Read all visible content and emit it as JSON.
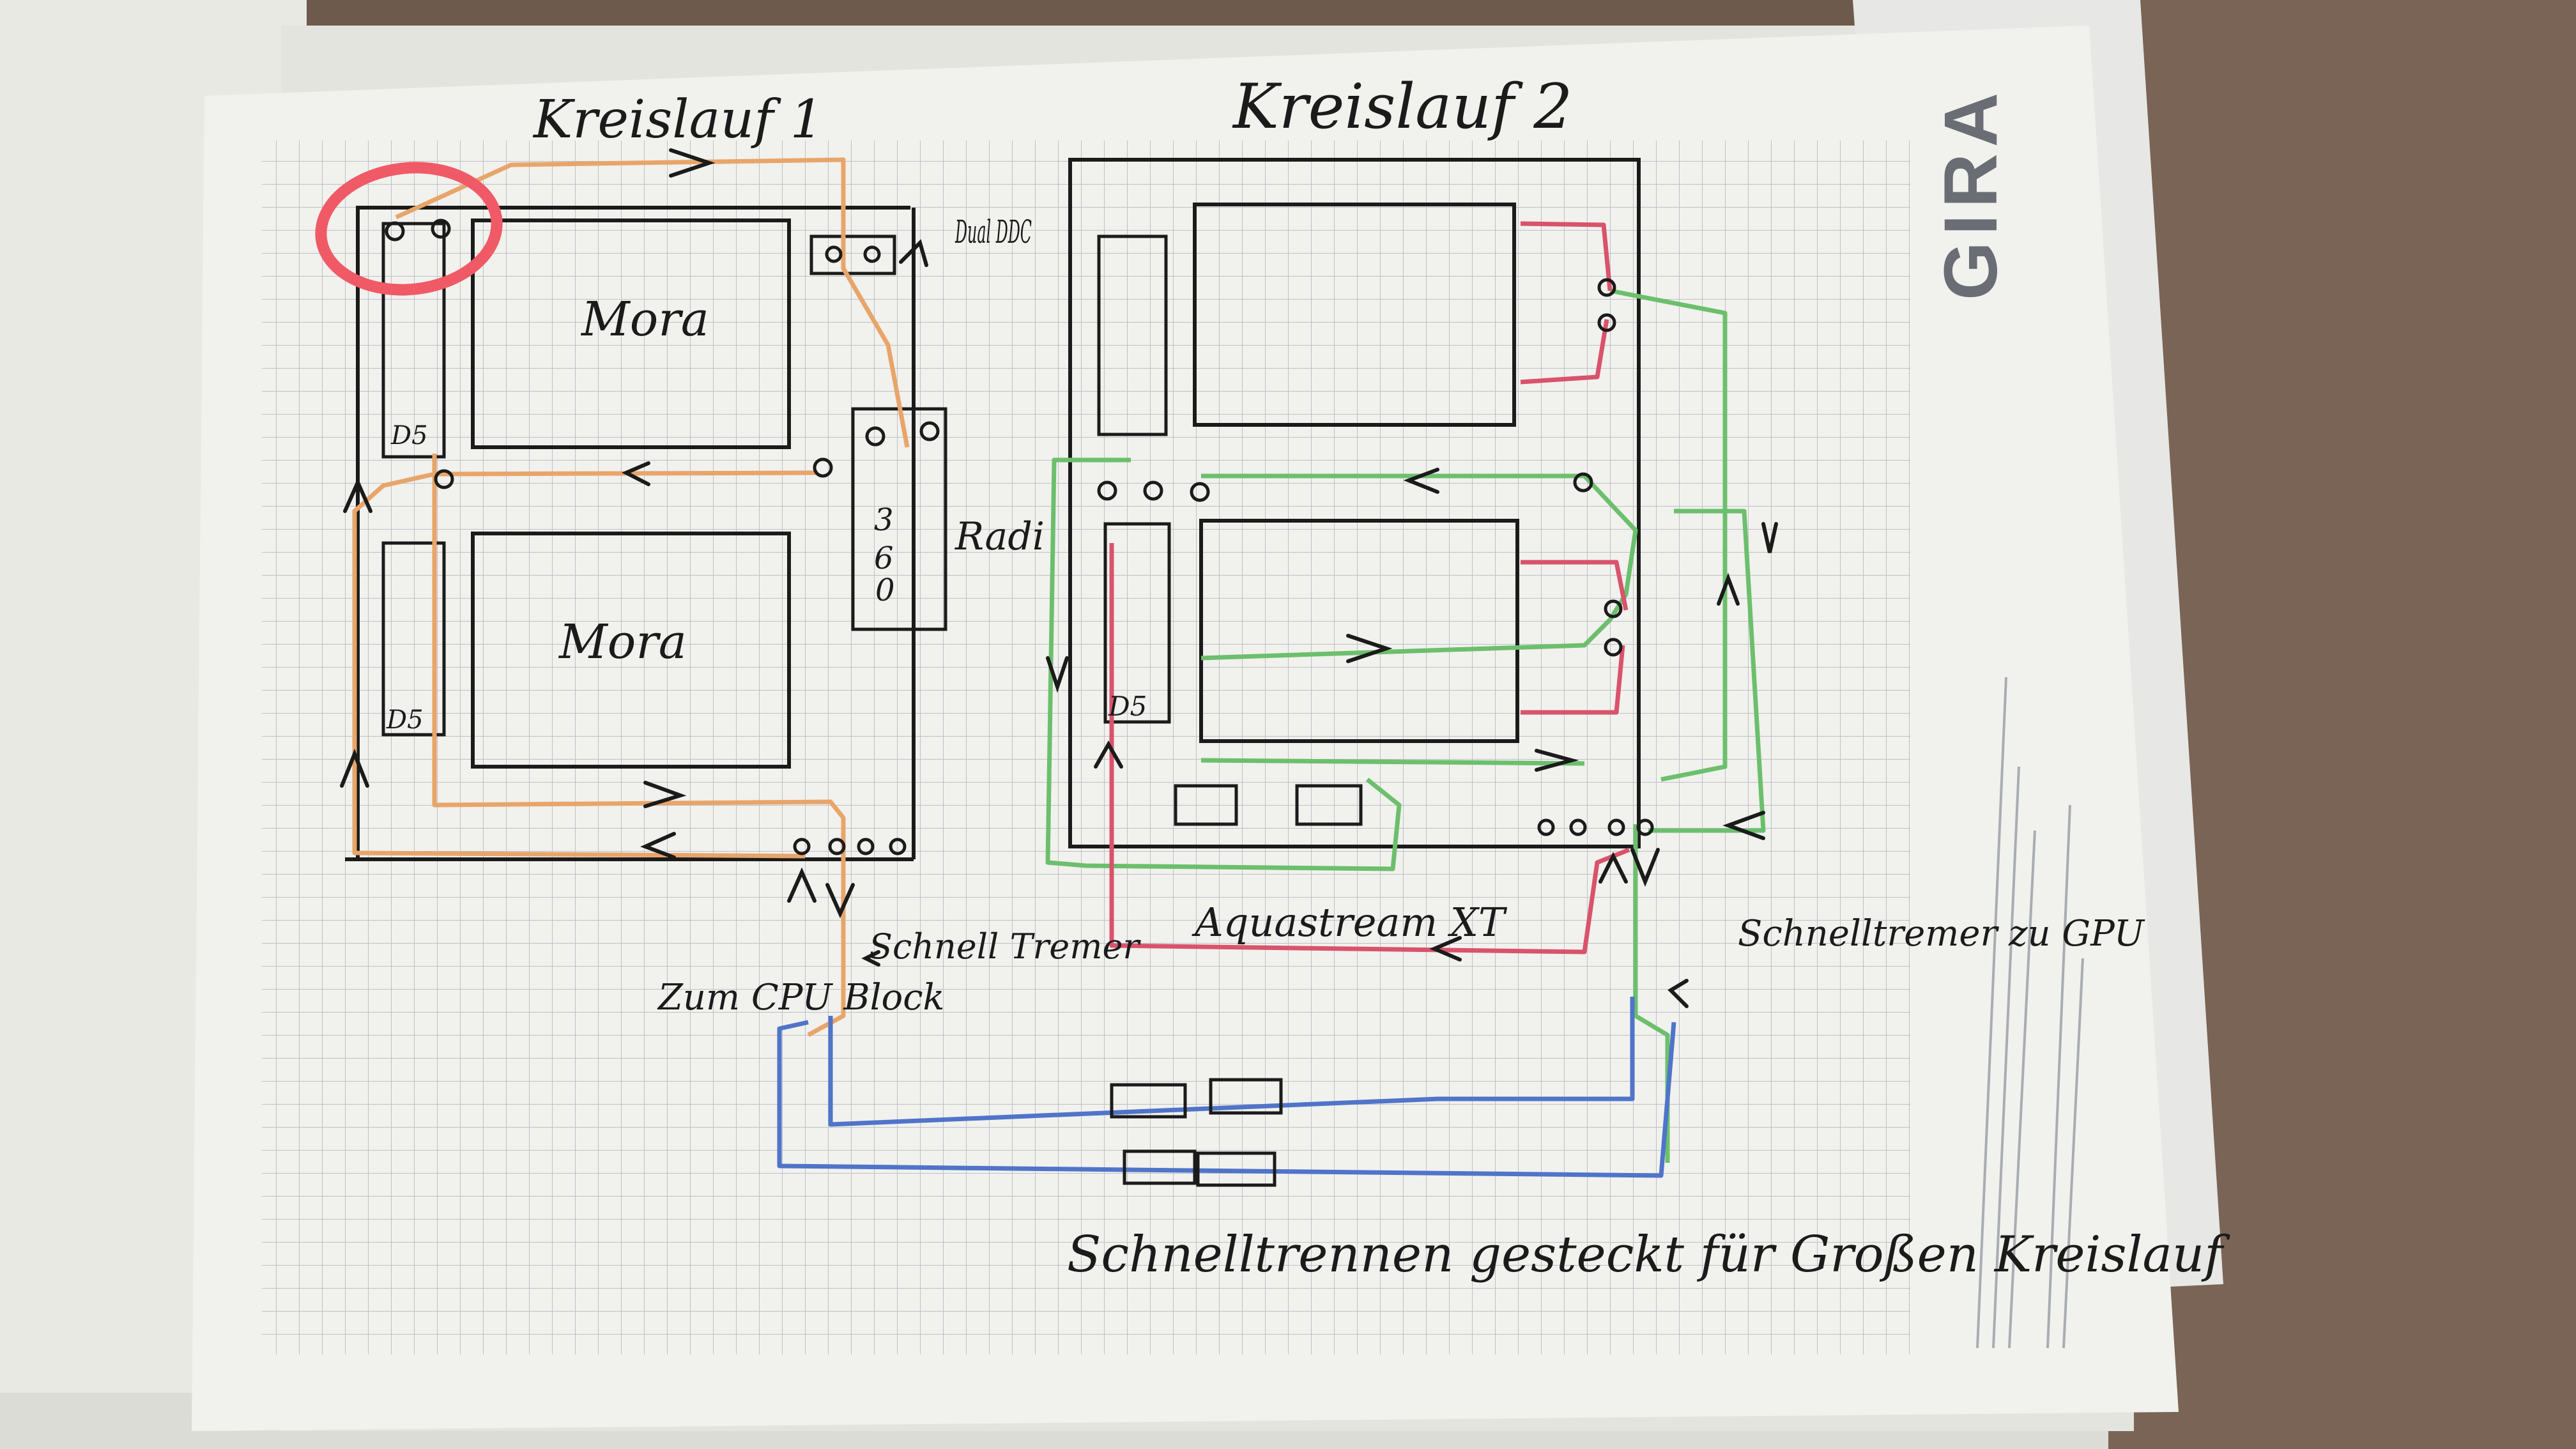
{
  "brand": {
    "logo": "GIRA"
  },
  "colors": {
    "desk": "#6e5a4c",
    "paper": "#f1f1ee",
    "grid": "#b9bec4",
    "ink": "#1b1b1b",
    "orange_loop": "#e8a56a",
    "green_loop": "#6cbf6c",
    "red_loop": "#d9536b",
    "blue_loop": "#4f74c9",
    "highlight_circle": "#f05a66"
  },
  "diagram": {
    "title_loop1": "Kreislauf 1",
    "title_loop2": "Kreislauf 2",
    "loop1": {
      "radiator_top": "Mora",
      "radiator_bottom": "Mora",
      "pump_top": "D5",
      "pump_bottom": "D5",
      "pump_dual_label": "Dual DDC",
      "radiator_side_digits": [
        "3",
        "6",
        "0"
      ],
      "radiator_side_label": "Radi",
      "quick_disconnect_label": "Schnell Tremer",
      "to_cpu_label": "Zum CPU Block"
    },
    "loop2": {
      "pump": "D5",
      "flow_meter_label": "Aquastream XT",
      "quick_disconnect_gpu_label": "Schnelltremer zu GPU"
    },
    "bottom_note": "Schnelltrennen gesteckt für Großen Kreislauf"
  }
}
